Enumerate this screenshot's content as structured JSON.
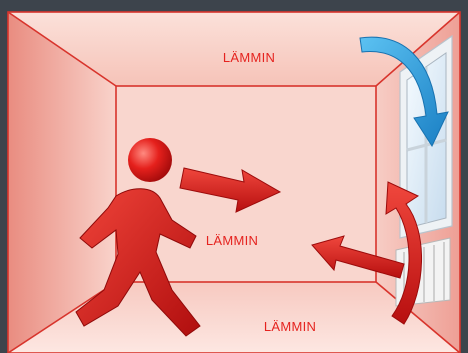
{
  "labels": {
    "ceiling": "LÄMMIN",
    "middle": "LÄMMIN",
    "floor": "LÄMMIN"
  },
  "colors": {
    "wall_light": "#fde6e0",
    "wall_mid": "#f6bdb3",
    "wall_dark": "#e98c80",
    "edge": "#d8342c",
    "arrow_red": "#e21b1b",
    "arrow_red_dark": "#a80c0c",
    "arrow_blue": "#2a9ee0",
    "text": "#e5231f",
    "window_frame": "#e9eef2",
    "window_glass": "#dcebf7"
  },
  "icons": {
    "person": "walking-person-icon",
    "cold_air": "curved-down-arrow-icon",
    "warm_air": "curved-up-arrow-icon"
  }
}
